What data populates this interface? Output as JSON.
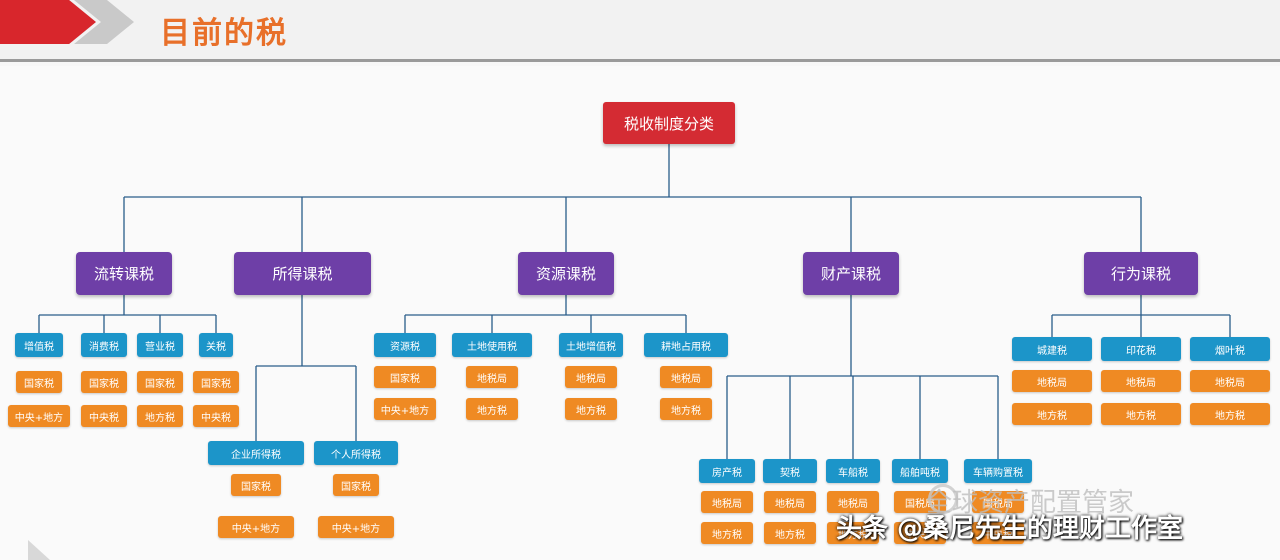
{
  "header": {
    "title": "目前的税"
  },
  "tree": {
    "root": "税收制度分类",
    "categories": [
      {
        "label": "流转课税",
        "taxes": [
          {
            "label": "增值税",
            "subs": [
              "国家税",
              "中央+地方"
            ]
          },
          {
            "label": "消费税",
            "subs": [
              "国家税",
              "中央税"
            ]
          },
          {
            "label": "营业税",
            "subs": [
              "国家税",
              "地方税"
            ]
          },
          {
            "label": "关税",
            "subs": [
              "国家税",
              "中央税"
            ]
          }
        ]
      },
      {
        "label": "所得课税",
        "taxes": [
          {
            "label": "企业所得税",
            "subs": [
              "国家税",
              "中央+地方"
            ]
          },
          {
            "label": "个人所得税",
            "subs": [
              "国家税",
              "中央+地方"
            ]
          }
        ]
      },
      {
        "label": "资源课税",
        "taxes": [
          {
            "label": "资源税",
            "subs": [
              "国家税",
              "中央+地方"
            ]
          },
          {
            "label": "土地使用税",
            "subs": [
              "地税局",
              "地方税"
            ]
          },
          {
            "label": "土地增值税",
            "subs": [
              "地税局",
              "地方税"
            ]
          },
          {
            "label": "耕地占用税",
            "subs": [
              "地税局",
              "地方税"
            ]
          }
        ]
      },
      {
        "label": "财产课税",
        "taxes": [
          {
            "label": "房产税",
            "subs": [
              "地税局",
              "地方税"
            ]
          },
          {
            "label": "契税",
            "subs": [
              "地税局",
              "地方税"
            ]
          },
          {
            "label": "车船税",
            "subs": [
              "地税局",
              "地方税"
            ]
          },
          {
            "label": "船舶吨税",
            "subs": [
              "国税局",
              "中央税"
            ]
          },
          {
            "label": "车辆购置税",
            "subs": [
              "国税局",
              "中央税"
            ]
          }
        ]
      },
      {
        "label": "行为课税",
        "taxes": [
          {
            "label": "城建税",
            "subs": [
              "地税局",
              "地方税"
            ]
          },
          {
            "label": "印花税",
            "subs": [
              "地税局",
              "地方税"
            ]
          },
          {
            "label": "烟叶税",
            "subs": [
              "地税局",
              "地方税"
            ]
          }
        ]
      }
    ]
  },
  "watermark": "全球资产配置管家",
  "credit": "头条 @桑尼先生的理财工作室",
  "colors": {
    "root": "#d42b33",
    "category": "#6e3fa7",
    "tax": "#1c95c9",
    "sub": "#ef8a23",
    "line": "#2a5d8a",
    "title": "#e8702a"
  }
}
